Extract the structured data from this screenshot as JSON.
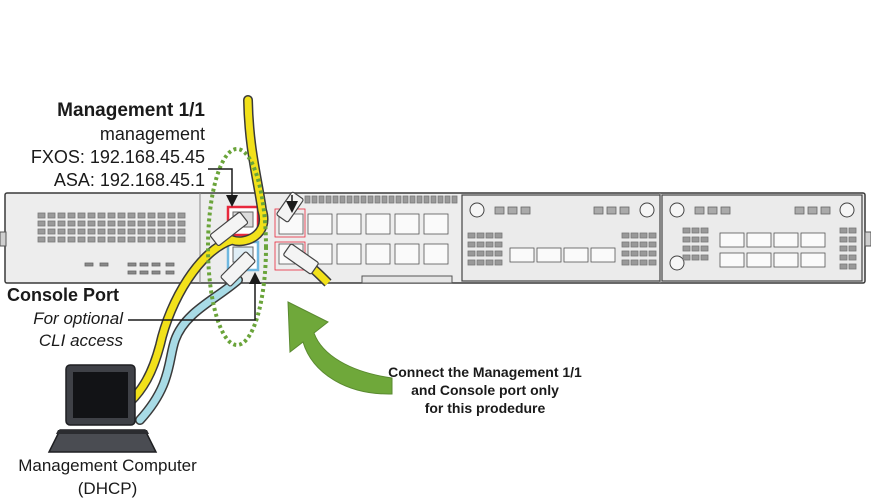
{
  "management": {
    "title": "Management 1/1",
    "subtitle": "management",
    "fxos": "FXOS: 192.168.45.45",
    "asa": "ASA: 192.168.45.1"
  },
  "console": {
    "title": "Console Port",
    "line1": "For optional",
    "line2": "CLI access"
  },
  "callout": {
    "line1": "Connect the Management 1/1",
    "line2": "and Console port only",
    "line3": "for this prodedure"
  },
  "computer": {
    "line1": "Management Computer",
    "line2": "(DHCP)"
  },
  "colors": {
    "chassis": "#ededed",
    "chassis_stroke": "#3a3a3a",
    "management_cable": "#f2e11a",
    "console_cable": "#a8dbe6",
    "highlight_red": "#e8283c",
    "highlight_blue": "#6fb8e0",
    "dashed_circle": "#6aa43a",
    "arrow_green": "#6fa83a"
  }
}
